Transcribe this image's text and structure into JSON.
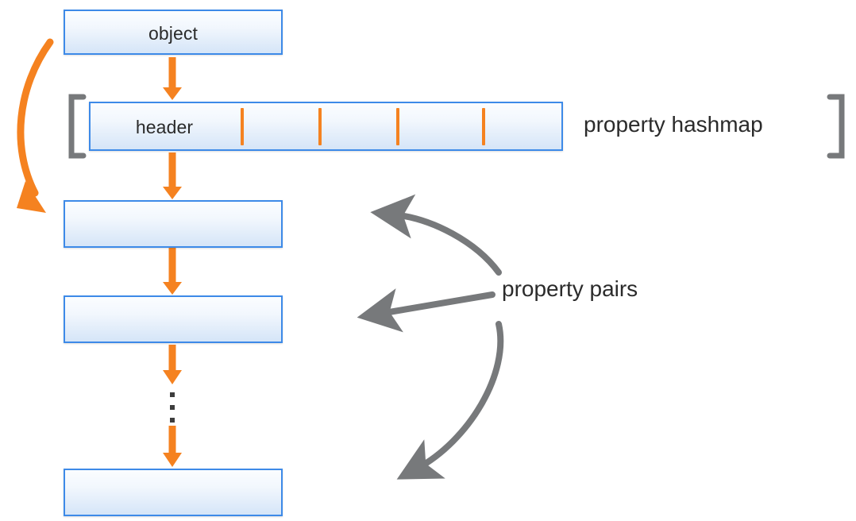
{
  "diagram": {
    "title": "object property hashmap and property pairs layout",
    "background_color": "#ffffff",
    "box_border_color": "#3d8ae8",
    "box_fill_top": "#fbfdff",
    "box_fill_bottom": "#d5e5f8",
    "orange_color": "#f58220",
    "gray_color": "#77797b",
    "text_color": "#2b2b2b",
    "boxes": [
      {
        "id": "object",
        "label": "object"
      },
      {
        "id": "header",
        "label": "header"
      },
      {
        "id": "pair-1",
        "label": ""
      },
      {
        "id": "pair-2",
        "label": ""
      },
      {
        "id": "pair-3",
        "label": ""
      }
    ],
    "labels": {
      "object": "object",
      "header": "header",
      "property_hashmap": "property hashmap",
      "property_pairs": "property pairs"
    },
    "hashmap_slot_ticks": 4,
    "ellipsis_dots": 3,
    "bracket_left": "[",
    "bracket_right": "]"
  }
}
